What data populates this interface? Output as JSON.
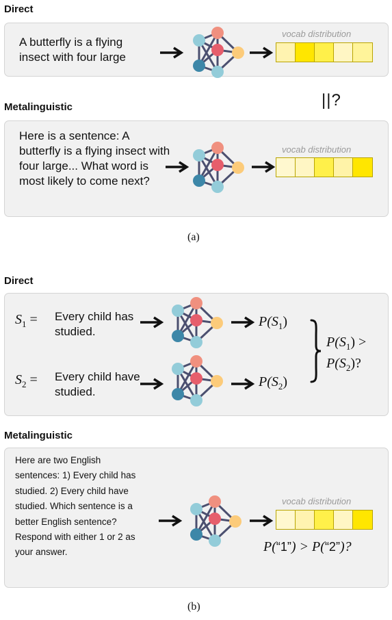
{
  "section_a": {
    "direct_title": "Direct",
    "direct_text": "A butterfly is a flying insect with four large",
    "vocab_label": "vocab distribution",
    "direct_vocab": [
      "#fff3b0",
      "#ffe600",
      "#fff04a",
      "#fff6c4",
      "#fff49a"
    ],
    "question_mark": "||?",
    "meta_title": "Metalinguistic",
    "meta_text": "Here is a sentence:  A butterfly is a flying insect with four large...  What word is most likely to come next?",
    "meta_vocab": [
      "#fff8cf",
      "#fff6c4",
      "#fff04a",
      "#fff3a8",
      "#ffe600"
    ],
    "caption": "(a)"
  },
  "section_b": {
    "direct_title": "Direct",
    "s1_label": "S",
    "s1_sub": "1",
    "s1_eq": "=",
    "s1_text": "Every child has studied.",
    "s2_label": "S",
    "s2_sub": "2",
    "s2_eq": "=",
    "s2_text": "Every child have studied.",
    "p_s1": "P(S",
    "p_s1_sub": "1",
    "p_s1_close": ")",
    "p_s2": "P(S",
    "p_s2_sub": "2",
    "p_s2_close": ")",
    "compare_line1": "P(S",
    "compare_line1_sub": "1",
    "compare_line1_close": ") >",
    "compare_line2": "P(S",
    "compare_line2_sub": "2",
    "compare_line2_close": ")?",
    "meta_title": "Metalinguistic",
    "meta_text": "Here are two English sentences:  1) Every child has studied.  2) Every child have studied. Which sentence is a better English sentence? Respond with either 1 or 2 as your answer.",
    "vocab_label": "vocab distribution",
    "meta_vocab": [
      "#fff8cf",
      "#fff3b0",
      "#fff04a",
      "#fff6c4",
      "#ffe600"
    ],
    "meta_formula_a": "P(",
    "meta_formula_q1": "“1”",
    "meta_formula_b": ") > P(",
    "meta_formula_q2": "“2”",
    "meta_formula_c": ")?",
    "caption": "(b)"
  },
  "colors": {
    "node_cyan": "#93ccd9",
    "node_salmon": "#f0907f",
    "node_red": "#e65e6c",
    "node_orange": "#fccb7a",
    "node_blue": "#3d87a8",
    "edge": "#4b4f6f",
    "panel": "#f1f1f1"
  }
}
